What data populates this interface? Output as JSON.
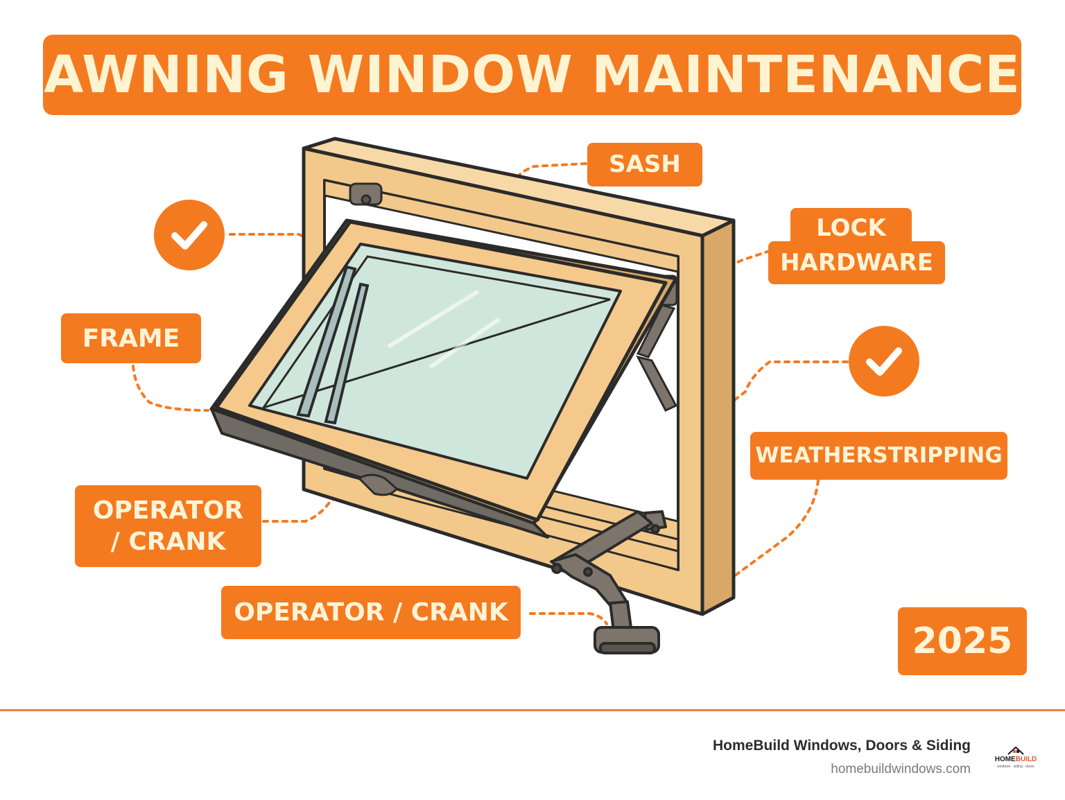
{
  "title": "AWNING WINDOW MAINTENANCE",
  "labels": {
    "sash": "SASH",
    "lock_line1": "LOCK",
    "lock_line2": "HARDWARE",
    "frame": "FRAME",
    "weatherstripping": "WEATHERSTRIPPING",
    "operator_line1": "OPERATOR",
    "operator_line2": "/ CRANK",
    "operator_crank": "OPERATOR / CRANK"
  },
  "year": "2025",
  "footer": {
    "company": "HomeBuild Windows, Doors & Siding",
    "url": "homebuildwindows.com",
    "logo_home": "HOME",
    "logo_build": "BUILD",
    "logo_sub": "windows · siding · doors"
  },
  "colors": {
    "accent": "#f47a20",
    "label_text": "#fff4d8",
    "frame_wood": "#f2c98a",
    "frame_side": "#d9a868",
    "glass": "#cfe6dc",
    "hardware": "#7d756b",
    "rule": "#ef7a45"
  },
  "icons": [
    "checkmark-icon",
    "checkmark-icon",
    "homebuild-logo"
  ]
}
